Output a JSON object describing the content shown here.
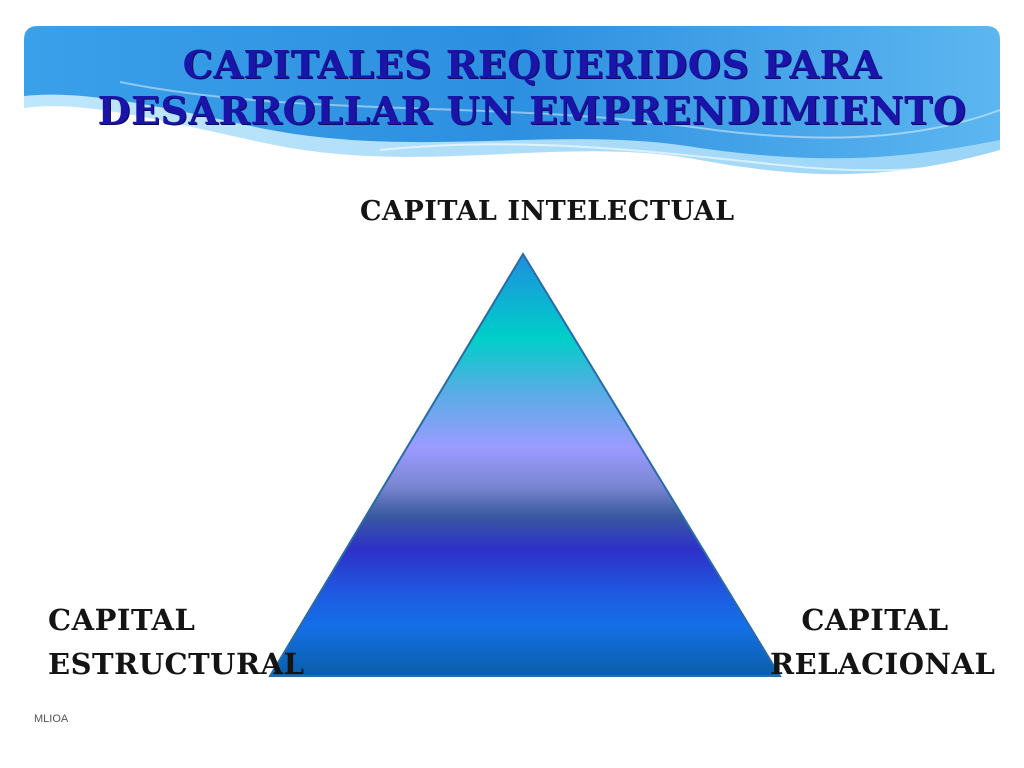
{
  "slide": {
    "title_line_1": "CAPITALES REQUERIDOS PARA",
    "title_line_2": "DESARROLLAR UN EMPRENDIMIENTO",
    "footer": "MLIOA"
  },
  "diagram": {
    "apex_label": "CAPITAL INTELECTUAL",
    "left_label": {
      "line_1": "CAPITAL",
      "line_2": "ESTRUCTURAL"
    },
    "right_label": {
      "line_1": "CAPITAL",
      "line_2": "RELACIONAL"
    }
  },
  "colors": {
    "title": "#1a14a8",
    "labels": "#141414",
    "header_blue": "#2d8fe0",
    "pyramid_top": "#00cfc8",
    "pyramid_middle": "#9b9bff",
    "pyramid_band": "#2e30c8",
    "pyramid_bottom": "#0a6ec0"
  }
}
